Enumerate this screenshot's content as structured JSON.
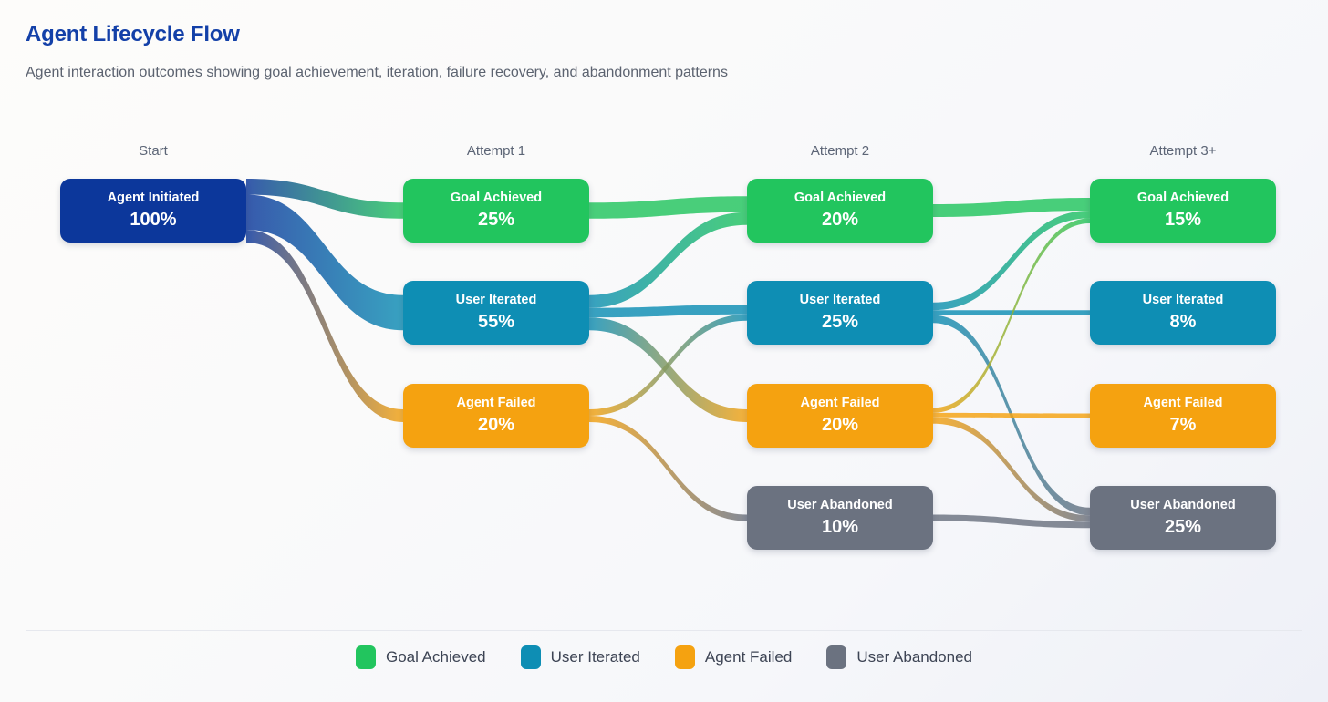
{
  "header": {
    "title": "Agent Lifecycle Flow",
    "subtitle": "Agent interaction outcomes showing goal achievement, iteration, failure recovery, and abandonment patterns"
  },
  "colors": {
    "start": "#0c379b",
    "goal_achieved": "#22c55e",
    "user_iterated": "#0e8eb4",
    "agent_failed": "#f5a210",
    "user_abandoned": "#6b7280",
    "title": "#1340a8",
    "subtitle": "#5c6370",
    "column_header": "#5c6576"
  },
  "columns": [
    {
      "label": "Start"
    },
    {
      "label": "Attempt 1"
    },
    {
      "label": "Attempt 2"
    },
    {
      "label": "Attempt 3+"
    }
  ],
  "legend": [
    {
      "label": "Goal Achieved",
      "color": "#22c55e",
      "swatch": "goal-achieved-swatch"
    },
    {
      "label": "User Iterated",
      "color": "#0e8eb4",
      "swatch": "user-iterated-swatch"
    },
    {
      "label": "Agent Failed",
      "color": "#f5a210",
      "swatch": "agent-failed-swatch"
    },
    {
      "label": "User Abandoned",
      "color": "#6b7280",
      "swatch": "user-abandoned-swatch"
    }
  ],
  "chart_data": {
    "type": "sankey",
    "title": "Agent Lifecycle Flow",
    "subtitle": "Agent interaction outcomes showing goal achievement, iteration, failure recovery, and abandonment patterns",
    "unit": "%",
    "stages": [
      "Start",
      "Attempt 1",
      "Attempt 2",
      "Attempt 3+"
    ],
    "nodes": [
      {
        "id": "start",
        "stage": 0,
        "row": 0,
        "label": "Agent Initiated",
        "value": 100,
        "value_text": "100%",
        "color": "#0c379b"
      },
      {
        "id": "a1_goal",
        "stage": 1,
        "row": 0,
        "label": "Goal Achieved",
        "value": 25,
        "value_text": "25%",
        "color": "#22c55e"
      },
      {
        "id": "a1_iter",
        "stage": 1,
        "row": 1,
        "label": "User Iterated",
        "value": 55,
        "value_text": "55%",
        "color": "#0e8eb4"
      },
      {
        "id": "a1_fail",
        "stage": 1,
        "row": 2,
        "label": "Agent Failed",
        "value": 20,
        "value_text": "20%",
        "color": "#f5a210"
      },
      {
        "id": "a2_goal",
        "stage": 2,
        "row": 0,
        "label": "Goal Achieved",
        "value": 20,
        "value_text": "20%",
        "color": "#22c55e"
      },
      {
        "id": "a2_iter",
        "stage": 2,
        "row": 1,
        "label": "User Iterated",
        "value": 25,
        "value_text": "25%",
        "color": "#0e8eb4"
      },
      {
        "id": "a2_fail",
        "stage": 2,
        "row": 2,
        "label": "Agent Failed",
        "value": 20,
        "value_text": "20%",
        "color": "#f5a210"
      },
      {
        "id": "a2_aban",
        "stage": 2,
        "row": 3,
        "label": "User Abandoned",
        "value": 10,
        "value_text": "10%",
        "color": "#6b7280"
      },
      {
        "id": "a3_goal",
        "stage": 3,
        "row": 0,
        "label": "Goal Achieved",
        "value": 15,
        "value_text": "15%",
        "color": "#22c55e"
      },
      {
        "id": "a3_iter",
        "stage": 3,
        "row": 1,
        "label": "User Iterated",
        "value": 8,
        "value_text": "8%",
        "color": "#0e8eb4"
      },
      {
        "id": "a3_fail",
        "stage": 3,
        "row": 2,
        "label": "Agent Failed",
        "value": 7,
        "value_text": "7%",
        "color": "#f5a210"
      },
      {
        "id": "a3_aban",
        "stage": 3,
        "row": 3,
        "label": "User Abandoned",
        "value": 25,
        "value_text": "25%",
        "color": "#6b7280"
      }
    ],
    "links": [
      {
        "source": "start",
        "target": "a1_goal",
        "value": 25
      },
      {
        "source": "start",
        "target": "a1_iter",
        "value": 55
      },
      {
        "source": "start",
        "target": "a1_fail",
        "value": 20
      },
      {
        "source": "a1_goal",
        "target": "a2_goal",
        "value": 25
      },
      {
        "source": "a1_iter",
        "target": "a2_goal",
        "value": 20
      },
      {
        "source": "a1_iter",
        "target": "a2_iter",
        "value": 15
      },
      {
        "source": "a1_iter",
        "target": "a2_fail",
        "value": 20
      },
      {
        "source": "a1_fail",
        "target": "a2_iter",
        "value": 10
      },
      {
        "source": "a1_fail",
        "target": "a2_aban",
        "value": 10
      },
      {
        "source": "a2_goal",
        "target": "a3_goal",
        "value": 20
      },
      {
        "source": "a2_iter",
        "target": "a3_goal",
        "value": 12
      },
      {
        "source": "a2_iter",
        "target": "a3_iter",
        "value": 8
      },
      {
        "source": "a2_iter",
        "target": "a3_aban",
        "value": 12
      },
      {
        "source": "a2_fail",
        "target": "a3_goal",
        "value": 8
      },
      {
        "source": "a2_fail",
        "target": "a3_fail",
        "value": 7
      },
      {
        "source": "a2_fail",
        "target": "a3_aban",
        "value": 10
      },
      {
        "source": "a2_aban",
        "target": "a3_aban",
        "value": 10
      }
    ]
  }
}
